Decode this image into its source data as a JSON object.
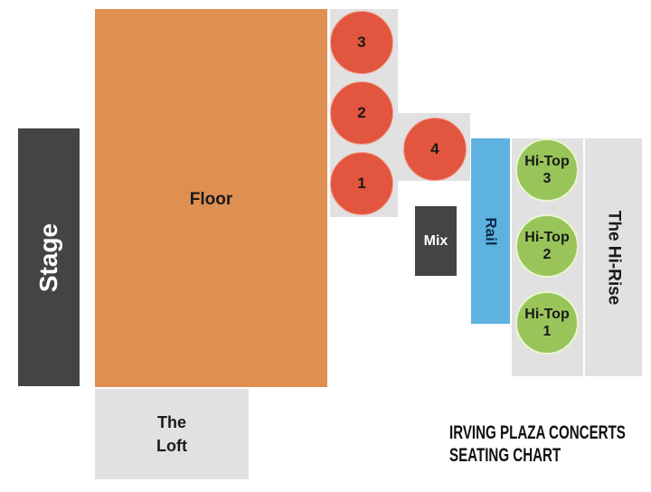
{
  "title": [
    "IRVING PLAZA CONCERTS",
    "SEATING CHART"
  ],
  "sections": {
    "stage": "Stage",
    "floor": "Floor",
    "loft": [
      "The",
      "Loft"
    ],
    "table3": "3",
    "table2": "2",
    "table1": "1",
    "table4": "4",
    "mix": "Mix",
    "rail": "Rail",
    "hitop3": [
      "Hi-Top",
      "3"
    ],
    "hitop2": [
      "Hi-Top",
      "2"
    ],
    "hitop1": [
      "Hi-Top",
      "1"
    ],
    "hirise": "The Hi-Rise"
  },
  "colors": {
    "floor": "#e08f52",
    "stage": "#444444",
    "tables": "#e2553f",
    "hitops": "#98c45a",
    "rail": "#5eb2e0",
    "grey": "#e1e1e1"
  }
}
